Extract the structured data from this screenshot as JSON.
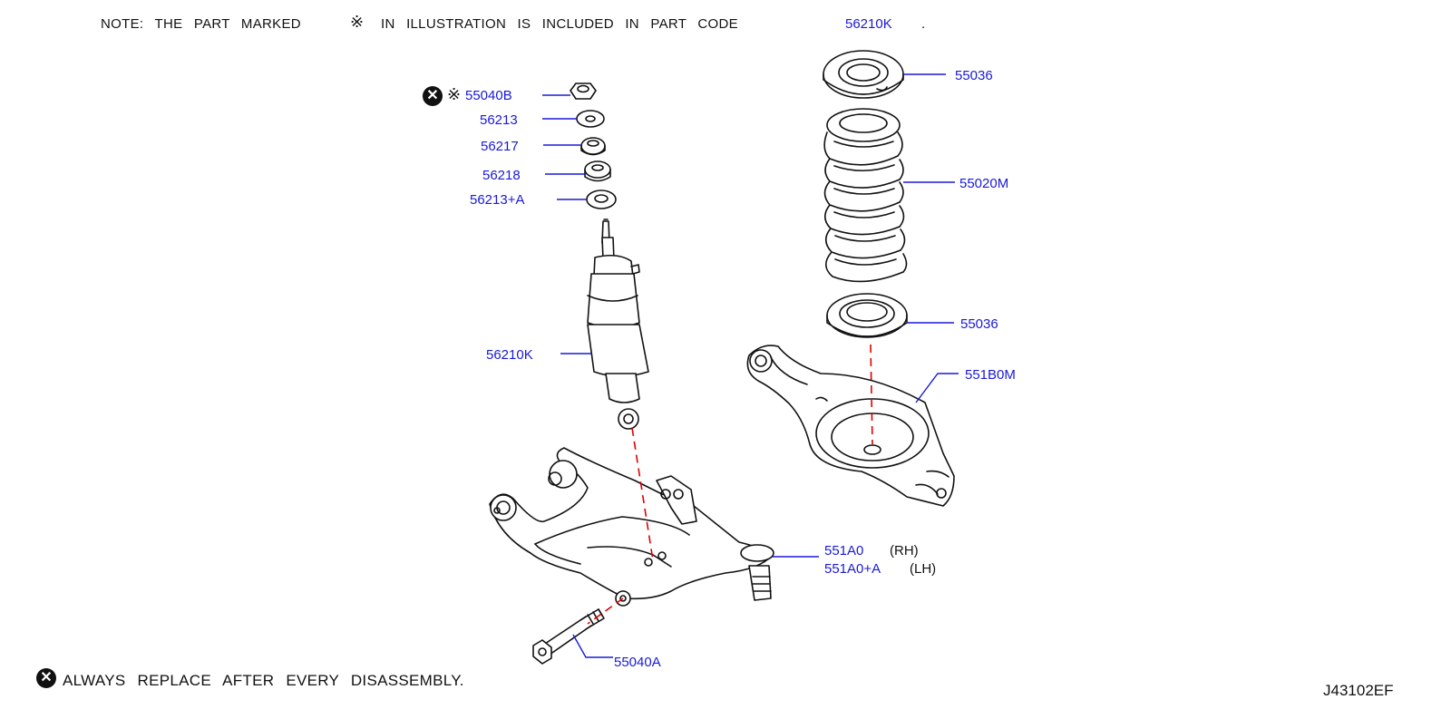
{
  "note": {
    "prefix": "NOTE:  THE  PART  MARKED",
    "mark_symbol": "※",
    "middle": "IN  ILLUSTRATION  IS  INCLUDED  IN  PART  CODE",
    "code": "56210K",
    "period": "."
  },
  "parts": {
    "p55040B": "55040B",
    "p56213": "56213",
    "p56217": "56217",
    "p56218": "56218",
    "p56213A": "56213+A",
    "p56210K": "56210K",
    "p55036_top": "55036",
    "p55020M": "55020M",
    "p55036_bottom": "55036",
    "p551B0M": "551B0M",
    "p551A0": "551A0",
    "p551A0A": "551A0+A",
    "p55040A": "55040A"
  },
  "sides": {
    "rh": "(RH)",
    "lh": "(LH)"
  },
  "replace_note": {
    "symbol": "✕",
    "text": "ALWAYS  REPLACE  AFTER  EVERY  DISASSEMBLY."
  },
  "diagram_code": "J43102EF",
  "colors": {
    "label": "#1a1ad6",
    "leader": "#1a1ad6",
    "dash": "#e00000",
    "ink": "#111111"
  }
}
